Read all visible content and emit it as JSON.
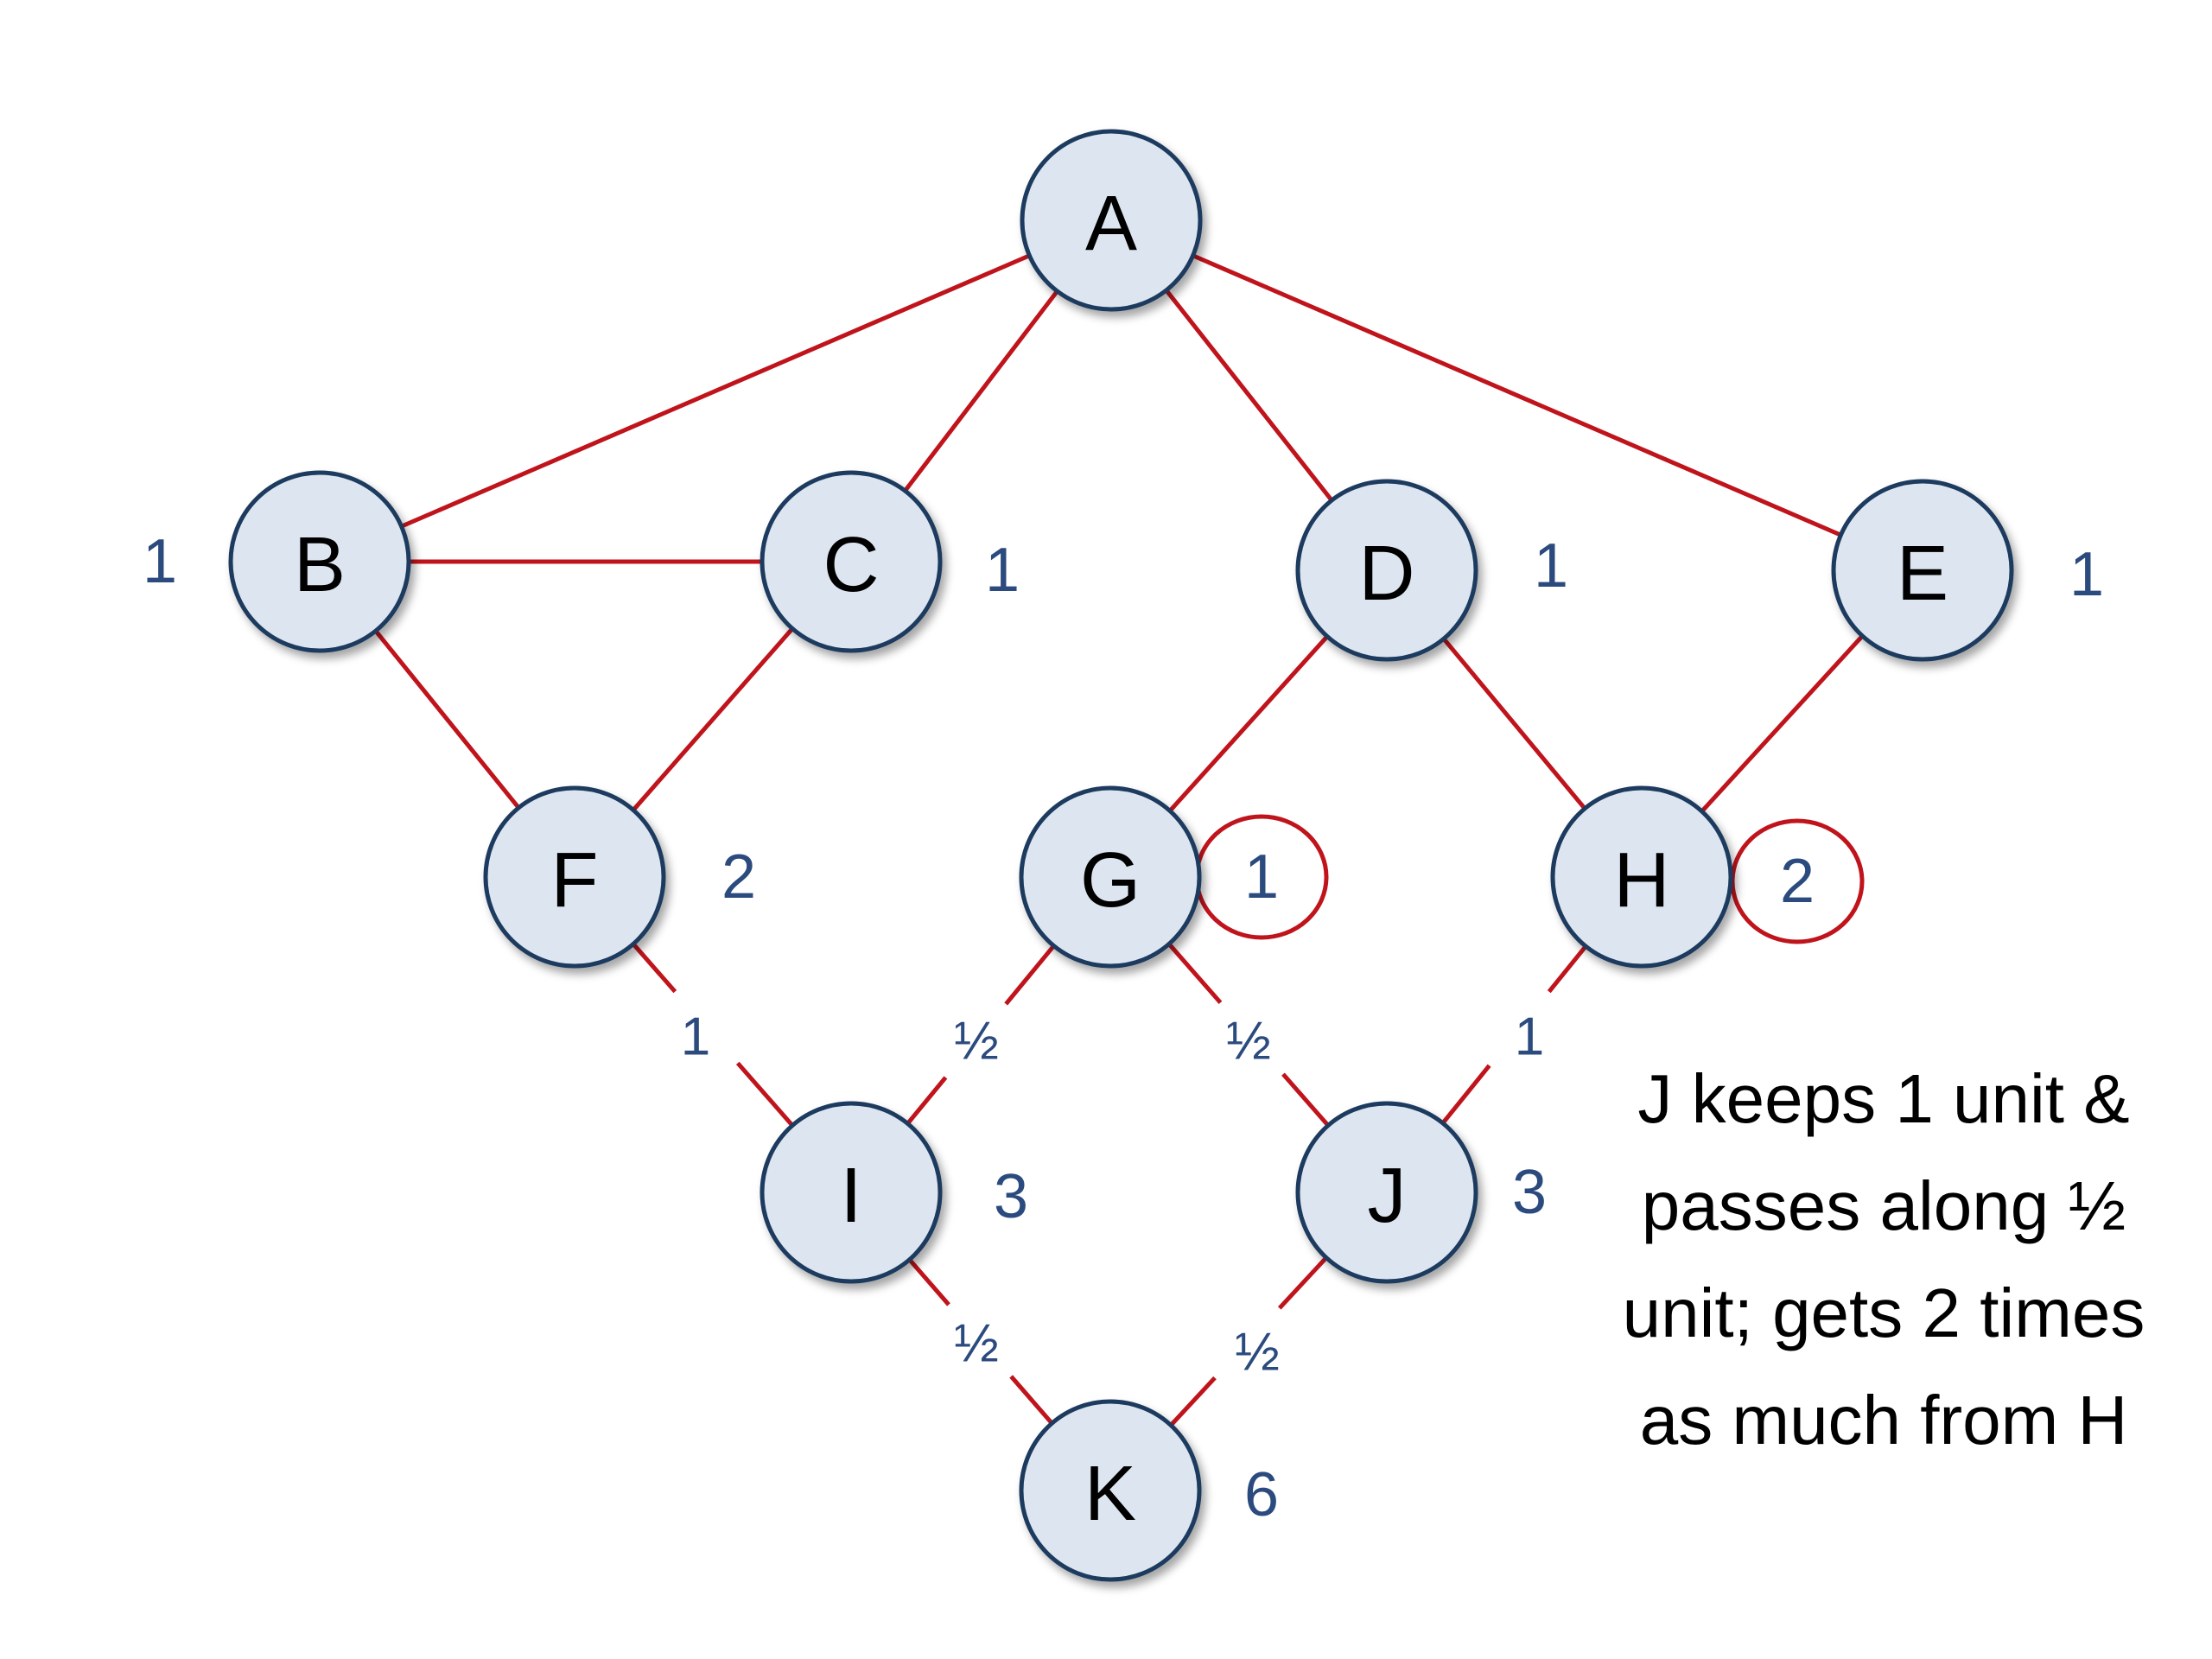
{
  "diagram": {
    "nodes": [
      {
        "id": "A",
        "label": "A"
      },
      {
        "id": "B",
        "label": "B"
      },
      {
        "id": "C",
        "label": "C"
      },
      {
        "id": "D",
        "label": "D"
      },
      {
        "id": "E",
        "label": "E"
      },
      {
        "id": "F",
        "label": "F"
      },
      {
        "id": "G",
        "label": "G"
      },
      {
        "id": "H",
        "label": "H"
      },
      {
        "id": "I",
        "label": "I"
      },
      {
        "id": "J",
        "label": "J"
      },
      {
        "id": "K",
        "label": "K"
      }
    ],
    "values": {
      "B": "1",
      "C": "1",
      "D": "1",
      "E": "1",
      "F": "2",
      "G": "1",
      "H": "2",
      "I": "3",
      "J": "3",
      "K": "6"
    },
    "highlighted_values": [
      "G",
      "H"
    ],
    "edges": [
      {
        "from": "A",
        "to": "B",
        "label": ""
      },
      {
        "from": "A",
        "to": "C",
        "label": ""
      },
      {
        "from": "A",
        "to": "D",
        "label": ""
      },
      {
        "from": "A",
        "to": "E",
        "label": ""
      },
      {
        "from": "B",
        "to": "C",
        "label": ""
      },
      {
        "from": "B",
        "to": "F",
        "label": ""
      },
      {
        "from": "C",
        "to": "F",
        "label": ""
      },
      {
        "from": "D",
        "to": "G",
        "label": ""
      },
      {
        "from": "D",
        "to": "H",
        "label": ""
      },
      {
        "from": "E",
        "to": "H",
        "label": ""
      },
      {
        "from": "F",
        "to": "I",
        "label": "1"
      },
      {
        "from": "G",
        "to": "I",
        "label": "½"
      },
      {
        "from": "G",
        "to": "J",
        "label": "½"
      },
      {
        "from": "H",
        "to": "J",
        "label": "1"
      },
      {
        "from": "I",
        "to": "K",
        "label": "½"
      },
      {
        "from": "J",
        "to": "K",
        "label": "½"
      }
    ],
    "colors": {
      "edge": "#c0141c",
      "node_fill": "#dde6f0",
      "node_stroke": "#1f3a5f",
      "value_text": "#2b4a7e",
      "highlight_circle": "#c0141c"
    }
  },
  "caption": {
    "lines": [
      "J keeps 1 unit &",
      "passes along ½",
      "unit; gets 2 times",
      "as much from H"
    ]
  }
}
